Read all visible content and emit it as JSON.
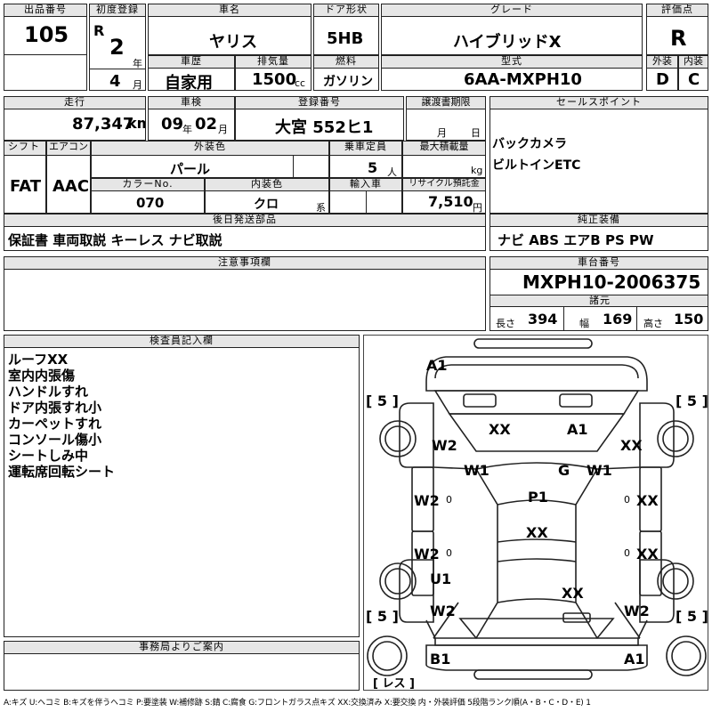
{
  "headers": {
    "lot": "出品番号",
    "first_reg": "初度登録",
    "car_name": "車名",
    "door": "ドア形状",
    "grade": "グレード",
    "rating": "評価点",
    "history": "車歴",
    "displacement": "排気量",
    "fuel": "燃料",
    "model": "型式",
    "exterior": "外装",
    "interior": "内装",
    "mileage": "走行",
    "inspection": "車検",
    "plate": "登録番号",
    "transfer": "譲渡書期限",
    "sales": "セールスポイント",
    "shift": "シフト",
    "aircon": "エアコン",
    "ext_color": "外装色",
    "capacity": "乗車定員",
    "max_load": "最大積載量",
    "color_no": "カラーNo.",
    "int_color": "内装色",
    "import": "輸入車",
    "recycle": "リサイクル預託金",
    "later_parts": "後日発送部品",
    "genuine": "純正装備",
    "caution": "注意事項欄",
    "chassis": "車台番号",
    "specs": "諸元",
    "inspector": "検査員記入欄",
    "office": "事務局よりご案内"
  },
  "lot_number": "105",
  "first_reg": {
    "era": "R",
    "year": "2",
    "year_unit": "年",
    "month": "4",
    "month_unit": "月"
  },
  "car_name": "ヤリス",
  "door": "5HB",
  "grade": "ハイブリッドX",
  "rating": "R",
  "history": "自家用",
  "displacement": "1500",
  "displacement_unit": "cc",
  "fuel": "ガソリン",
  "model": "6AA-MXPH10",
  "exterior_grade": "D",
  "interior_grade": "C",
  "mileage": "87,347",
  "mileage_unit": "km",
  "inspection": {
    "year": "09",
    "year_unit": "年",
    "month": "02",
    "month_unit": "月"
  },
  "plate": "大宮 552ヒ1",
  "transfer": {
    "month_unit": "月",
    "day_unit": "日"
  },
  "sales_points": [
    "バックカメラ",
    "ビルトインETC"
  ],
  "shift": "FAT",
  "aircon": "AAC",
  "ext_color": "パール",
  "capacity": "5",
  "capacity_unit": "人",
  "max_load_unit": "kg",
  "color_no": "070",
  "int_color": "クロ",
  "int_color_suffix": "系",
  "recycle": "7,510",
  "recycle_unit": "円",
  "later_parts": "保証書 車両取説 キーレス ナビ取説",
  "genuine": "ナビ ABS エアB PS PW",
  "chassis": "MXPH10-2006375",
  "specs": {
    "length_label": "長さ",
    "length": "394",
    "width_label": "幅",
    "width": "169",
    "height_label": "高さ",
    "height": "150"
  },
  "inspector_notes": [
    "ルーフXX",
    "室内内張傷",
    "ハンドルすれ",
    "ドア内張すれ小",
    "カーペットすれ",
    "コンソール傷小",
    "シートしみ中",
    "運転席回転シート"
  ],
  "diagram": {
    "labels": [
      "A1",
      "XX",
      "A1",
      "W2",
      "XX",
      "W1",
      "G",
      "W1",
      "W2",
      "P1",
      "XX",
      "XX",
      "W2",
      "XX",
      "U1",
      "XX",
      "W2",
      "W2",
      "B1",
      "A1"
    ],
    "tires": [
      "[ 5 ]",
      "[ 5 ]",
      "[ 5 ]",
      "[ 5 ]"
    ],
    "spare": "[ レス ]",
    "marks": [
      "0",
      "0",
      "0",
      "0"
    ]
  },
  "legend": "A:キズ U:ヘコミ B:キズを伴うヘコミ P:要塗装 W:補修跡 S:錆 C:腐食 G:フロントガラス点キズ XX:交換済み X:要交換 内・外装評価 5段階ランク順(A・B・C・D・E) 1"
}
